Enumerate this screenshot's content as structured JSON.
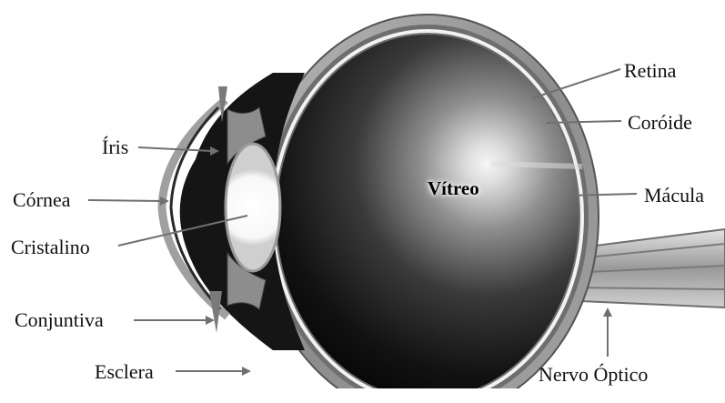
{
  "labels": {
    "iris": "Íris",
    "cornea": "Córnea",
    "cristalino": "Cristalino",
    "conjuntiva": "Conjuntiva",
    "esclera": "Esclera",
    "retina": "Retina",
    "coroide": "Coróide",
    "macula": "Mácula",
    "nervo_optico": "Nervo Óptico",
    "vitreo": "Vítreo"
  },
  "colors": {
    "background": "#ffffff",
    "eyeball_dark": "#0d0d0d",
    "vitreous_glow": "#f4f4f4",
    "sclera_gray": "#8a8a8a",
    "lens_white": "#ffffff",
    "leader_line": "#707070"
  }
}
